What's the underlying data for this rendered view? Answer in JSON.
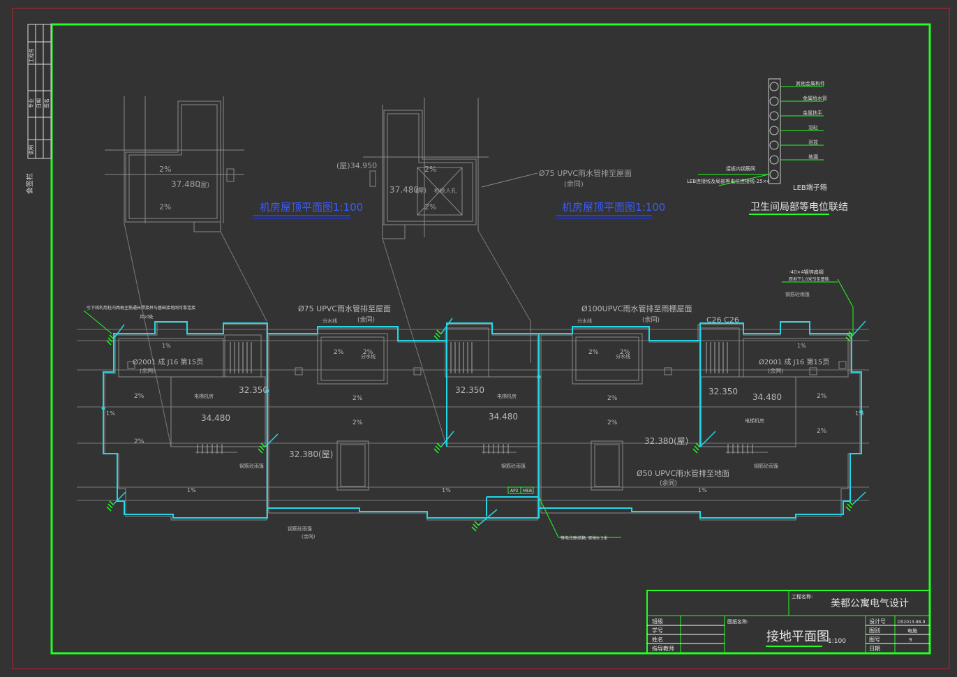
{
  "colors": {
    "background": "#333333",
    "outer_frame": "#c0222a",
    "inner_frame": "#22ff22",
    "drawing_line": "#8a8a8a",
    "ground_wire": "#22d8e8",
    "leader": "#22ff22",
    "title_underline": "#1f3bff",
    "title_text": "#e6e6e6"
  },
  "sidebar": {
    "cells": [
      "工程名",
      "专业",
      "日期",
      "签名",
      "说明"
    ],
    "vertical_label": "会签栏"
  },
  "top_views": {
    "left": {
      "title": "机房屋顶平面图1:100",
      "slope_top": "2%",
      "slope_bottom": "2%",
      "elevation": "37.480",
      "elevation_note": "(屋)"
    },
    "right": {
      "title": "机房屋顶平面图1:100",
      "slope_top": "2%",
      "slope_bottom": "2%",
      "elevation": "37.480",
      "elevation_note": "(屋)",
      "upper_elevation": "(屋)34.950",
      "center_text": "检修人孔",
      "pipe_note": "Ø75 UPVC雨水管排至屋面",
      "pipe_note_2": "(余同)"
    }
  },
  "equip": {
    "title": "卫生间局部等电位联结",
    "box_label": "LEB端子箱",
    "connections": [
      "其他金属构件",
      "金属给水管",
      "金属扶手",
      "浴缸",
      "浴盆",
      "地漏"
    ],
    "lead_label": "接板内钢筋网",
    "lead_label_2": "LEB连接线及局部等电位连接线-25×4"
  },
  "plan": {
    "notes": {
      "left_leader": "引下线利用柱内两根主筋通长焊接并与基础接地网可靠连接",
      "left_leader_2": "共10处",
      "top_right_leader": "-40×4镀锌扁钢",
      "top_right_leader_2": "距地下1.0米引至基础",
      "pipe_75": "Ø75 UPVC雨水管排至屋面",
      "pipe_75_2": "(余同)",
      "pipe_100": "Ø100UPVC雨水管排至雨棚屋面",
      "pipe_100_2": "(余同)",
      "pipe_50": "Ø50 UPVC雨水管排至地面",
      "pipe_50_2": "(余同)",
      "drain_left": "Ø2001 成 J16 第15页",
      "drain_left_2": "(余同)",
      "drain_right": "Ø2001 成 J16 第15页",
      "drain_right_2": "(余同)",
      "gutter_top": "钢筋砼雨篷",
      "gutter_bottom": "钢筋砼雨篷",
      "gutter_bottom_2": "(余同)",
      "bonding": "等电位联结箱, 距地0.3米",
      "mark_box_1": "AP2",
      "mark_box_2": "MEB",
      "c26": "C26 C26",
      "split": "分水线"
    },
    "elevations": [
      "32.350",
      "32.350",
      "32.350",
      "34.480",
      "34.480",
      "34.480",
      "32.380(屋)",
      "32.380(屋)"
    ],
    "rooms": [
      "电梯机房",
      "电梯机房",
      "电梯机房"
    ],
    "canopy_labels": [
      "钢筋砼雨篷",
      "钢筋砼雨篷",
      "钢筋砼雨篷"
    ],
    "slopes": [
      "2%",
      "1%"
    ]
  },
  "title_block": {
    "project_label": "工程名称:",
    "project": "美都公寓电气设计",
    "drawing_label": "图纸名称:",
    "drawing": "接地平面图",
    "scale": "1:100",
    "rows_left": [
      "班级",
      "学号",
      "姓名",
      "指导教师"
    ],
    "rows_right_labels": [
      "设计号",
      "图别",
      "图号",
      "日期"
    ],
    "rows_right_values": [
      "DS2013-88-9",
      "电施",
      "9",
      ""
    ]
  }
}
